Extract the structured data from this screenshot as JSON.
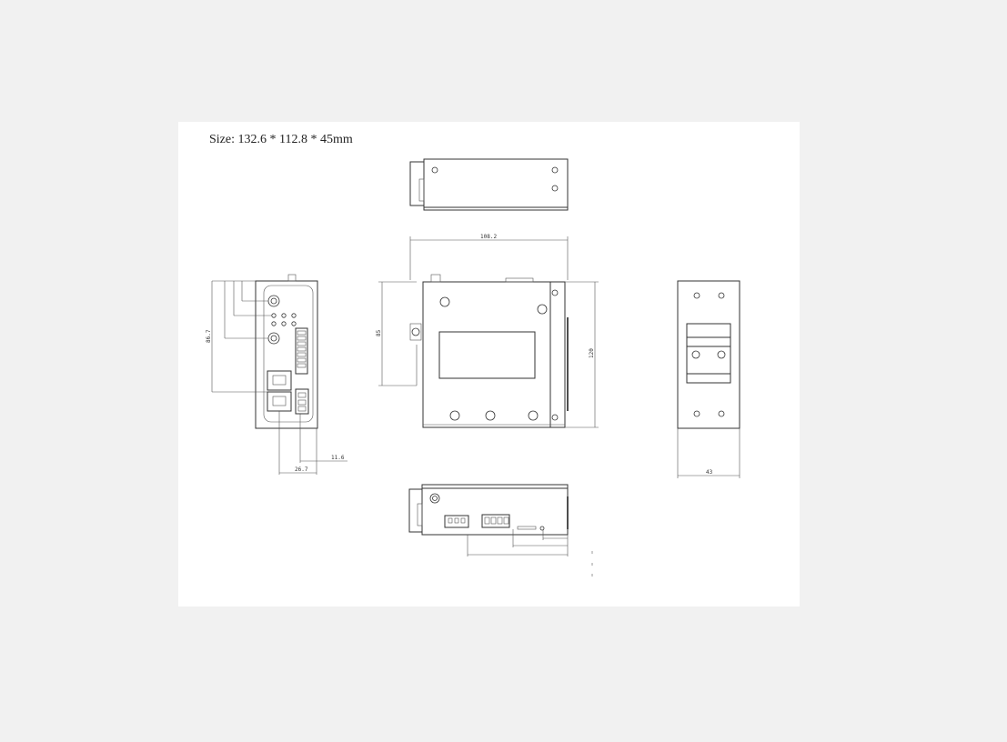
{
  "drawing": {
    "size_label": "Size: 132.6 * 112.8 * 45mm",
    "dimensions": {
      "front_height": "86.7",
      "front_width": "26.7",
      "front_offset": "11.6",
      "side_width": "108.2",
      "side_height_left": "85",
      "side_height_right": "120",
      "rear_width": "43"
    }
  }
}
